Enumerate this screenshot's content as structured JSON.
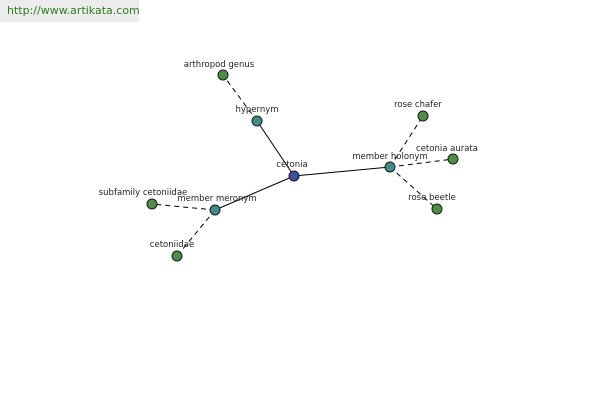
{
  "site": {
    "url_text": "http://www.artikata.com"
  },
  "colors": {
    "center_node": "#3c4fa6",
    "relation_node": "#3f8d8d",
    "leaf_node": "#4e8f47",
    "banner_text": "#2e7d1f",
    "banner_bg": "#ececec"
  },
  "graph": {
    "center": {
      "id": "cetonia",
      "label": "cetonia"
    },
    "relations": [
      {
        "id": "hypernym",
        "label": "hypernym"
      },
      {
        "id": "member-holonym",
        "label": "member holonym"
      },
      {
        "id": "member-meronym",
        "label": "member meronym"
      }
    ],
    "leaves": [
      {
        "id": "arthropod-genus",
        "label": "arthropod genus",
        "relation": "hypernym"
      },
      {
        "id": "rose-chafer",
        "label": "rose chafer",
        "relation": "member-holonym"
      },
      {
        "id": "cetonia-aurata",
        "label": "cetonia aurata",
        "relation": "member-holonym"
      },
      {
        "id": "rose-beetle",
        "label": "rose beetle",
        "relation": "member-holonym"
      },
      {
        "id": "subfamily-cetoniidae",
        "label": "subfamily cetoniidae",
        "relation": "member-meronym"
      },
      {
        "id": "cetoniidae",
        "label": "cetoniidae",
        "relation": "member-meronym"
      }
    ]
  }
}
